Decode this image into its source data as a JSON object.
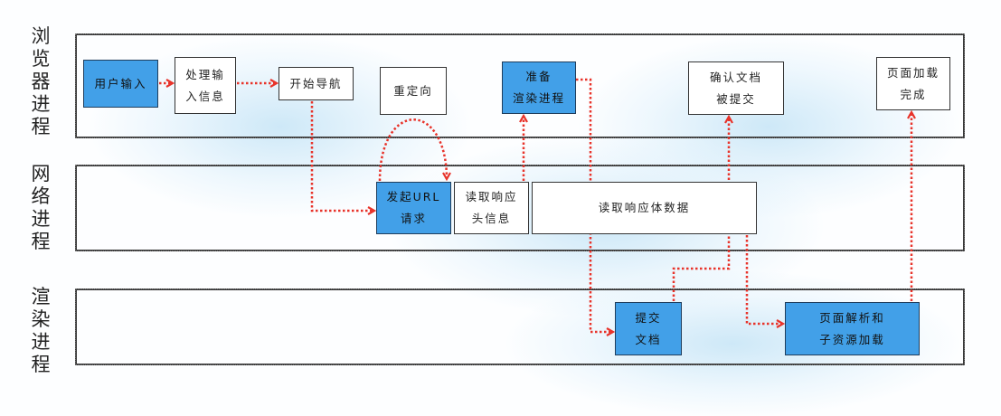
{
  "diagram": {
    "lanes": [
      {
        "id": "browser",
        "label": "浏览器进程"
      },
      {
        "id": "network",
        "label": "网络进程"
      },
      {
        "id": "renderer",
        "label": "渲染进程"
      }
    ],
    "boxes": {
      "user_input": {
        "lines": [
          "用户输入"
        ],
        "style": "blue"
      },
      "process_input": {
        "lines": [
          "处理输",
          "入信息"
        ],
        "style": "white"
      },
      "start_navigation": {
        "lines": [
          "开始导航"
        ],
        "style": "white"
      },
      "redirect": {
        "lines": [
          "重定向"
        ],
        "style": "white"
      },
      "prepare_renderer": {
        "lines": [
          "准备",
          "渲染进程"
        ],
        "style": "blue"
      },
      "confirm_commit": {
        "lines": [
          "确认文档",
          "被提交"
        ],
        "style": "white"
      },
      "page_load_complete": {
        "lines": [
          "页面加载",
          "完成"
        ],
        "style": "white"
      },
      "url_request": {
        "lines": [
          "发起URL",
          "请求"
        ],
        "style": "blue"
      },
      "read_headers": {
        "lines": [
          "读取响应",
          "头信息"
        ],
        "style": "white"
      },
      "read_body": {
        "lines": [
          "读取响应体数据"
        ],
        "style": "white"
      },
      "commit_document": {
        "lines": [
          "提交",
          "文档"
        ],
        "style": "blue"
      },
      "parse_and_load": {
        "lines": [
          "页面解析和",
          "子资源加载"
        ],
        "style": "blue"
      }
    },
    "edges": [
      {
        "from": "user_input",
        "to": "process_input"
      },
      {
        "from": "process_input",
        "to": "start_navigation"
      },
      {
        "from": "start_navigation",
        "to": "url_request"
      },
      {
        "from": "url_request",
        "to": "redirect",
        "note": "redirect loop back to url_request"
      },
      {
        "from": "read_headers",
        "to": "prepare_renderer"
      },
      {
        "from": "prepare_renderer",
        "to": "commit_document"
      },
      {
        "from": "commit_document",
        "to": "confirm_commit"
      },
      {
        "from": "read_body",
        "to": "parse_and_load"
      },
      {
        "from": "parse_and_load",
        "to": "page_load_complete"
      }
    ],
    "colors": {
      "blue_box": "#42a0e8",
      "arrow": "#e8332a",
      "border": "#333333",
      "glow": "#cde8f7"
    }
  }
}
